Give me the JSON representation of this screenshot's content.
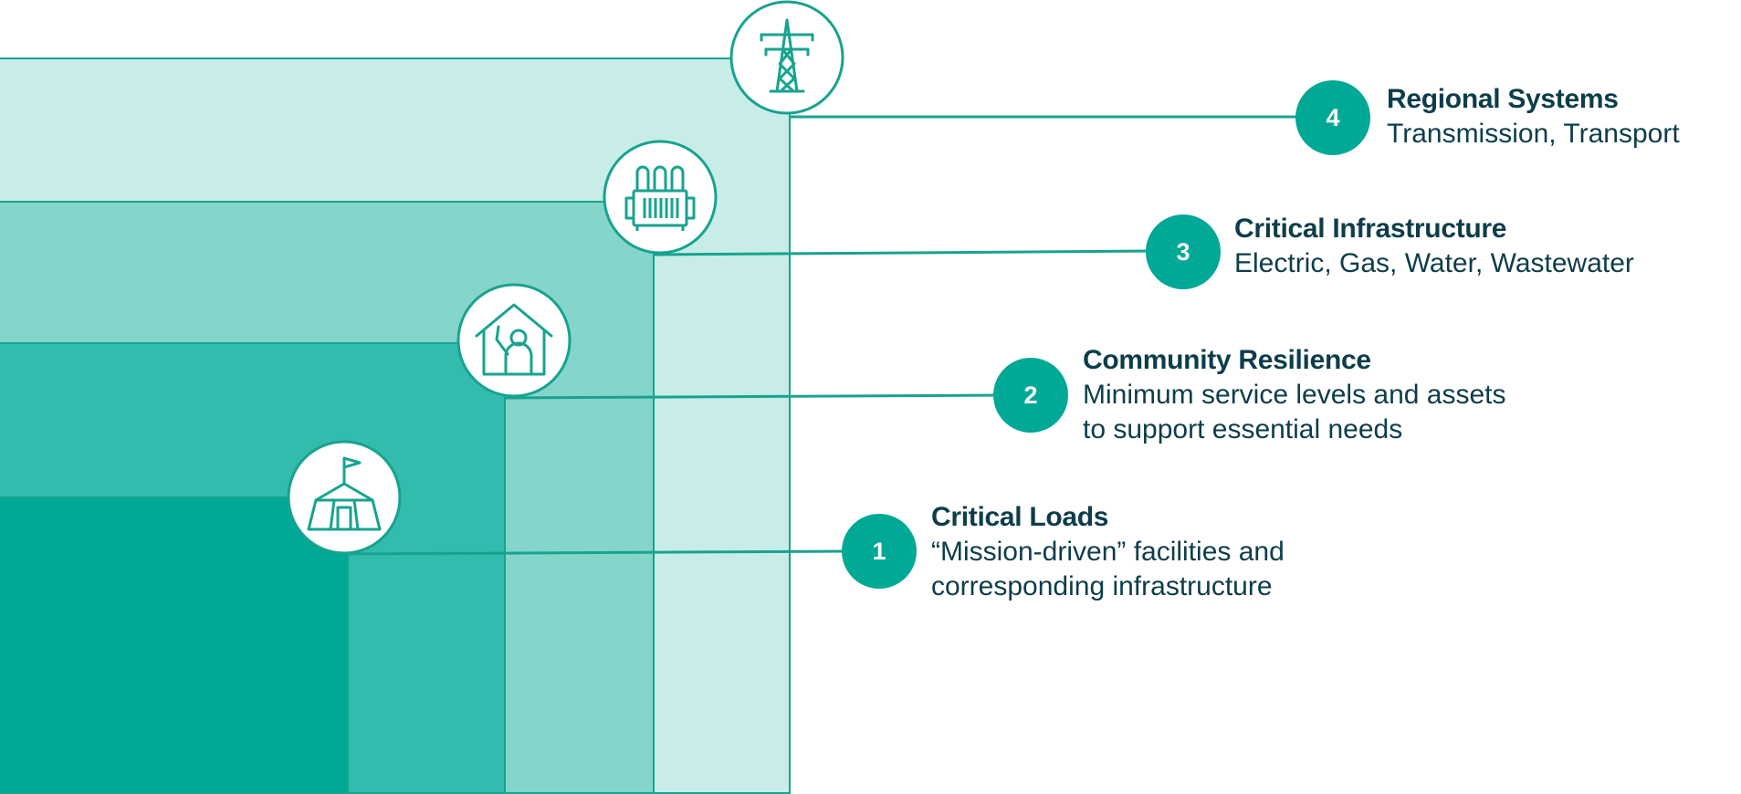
{
  "colors": {
    "tier1": "#00a896",
    "tier2": "#33bbad",
    "tier3": "#84d6ca",
    "tier4": "#c8ece8",
    "line": "#17a38f",
    "badge": "#00a896",
    "heading": "#0d3d4a"
  },
  "tiers": [
    {
      "number": "1",
      "title": "Critical Loads",
      "lines": [
        "“Mission-driven” facilities and",
        "corresponding infrastructure"
      ],
      "icon": "tent-with-flag-icon"
    },
    {
      "number": "2",
      "title": "Community Resilience",
      "lines": [
        "Minimum service levels and assets",
        "to support essential needs"
      ],
      "icon": "house-with-person-icon"
    },
    {
      "number": "3",
      "title": "Critical Infrastructure",
      "lines": [
        "Electric, Gas, Water, Wastewater"
      ],
      "icon": "transformer-icon"
    },
    {
      "number": "4",
      "title": "Regional Systems",
      "lines": [
        "Transmission, Transport"
      ],
      "icon": "transmission-tower-icon"
    }
  ]
}
